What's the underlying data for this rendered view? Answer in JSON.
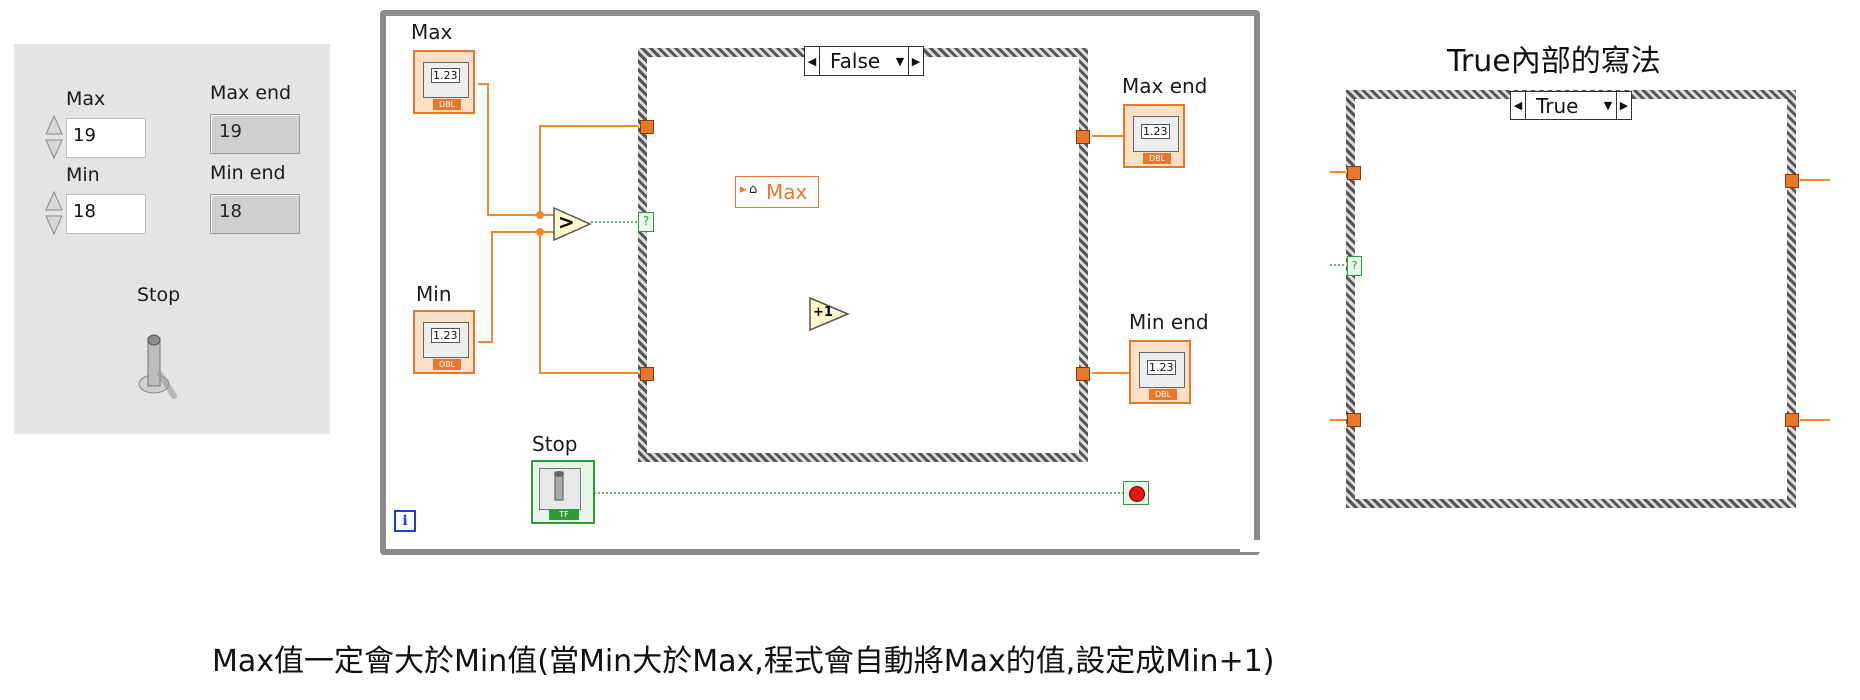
{
  "front_panel": {
    "max_label": "Max",
    "max_value": "19",
    "min_label": "Min",
    "min_value": "18",
    "max_end_label": "Max end",
    "max_end_value": "19",
    "min_end_label": "Min end",
    "min_end_value": "18",
    "stop_label": "Stop"
  },
  "block_diagram": {
    "max_label": "Max",
    "min_label": "Min",
    "max_end_label": "Max end",
    "min_end_label": "Min end",
    "stop_label": "Stop",
    "case_selector": "False",
    "local_variable": "Max",
    "greater_symbol": ">",
    "increment_symbol": "+1",
    "numeric_glyph": "1.23",
    "dbl_tag": "DBL",
    "tf_tag": "TF",
    "loop_index": "i",
    "selector_question": "?"
  },
  "true_case": {
    "title": "True內部的寫法",
    "case_selector": "True"
  },
  "caption": "Max值一定會大於Min值(當Min大於Max,程式會自動將Max的值,設定成Min+1)",
  "colors": {
    "wire_orange": "#f08a2a",
    "wire_green": "#2e9b3a",
    "loop_gray": "#8a8a8a",
    "panel_bg": "#e4e4e4"
  }
}
